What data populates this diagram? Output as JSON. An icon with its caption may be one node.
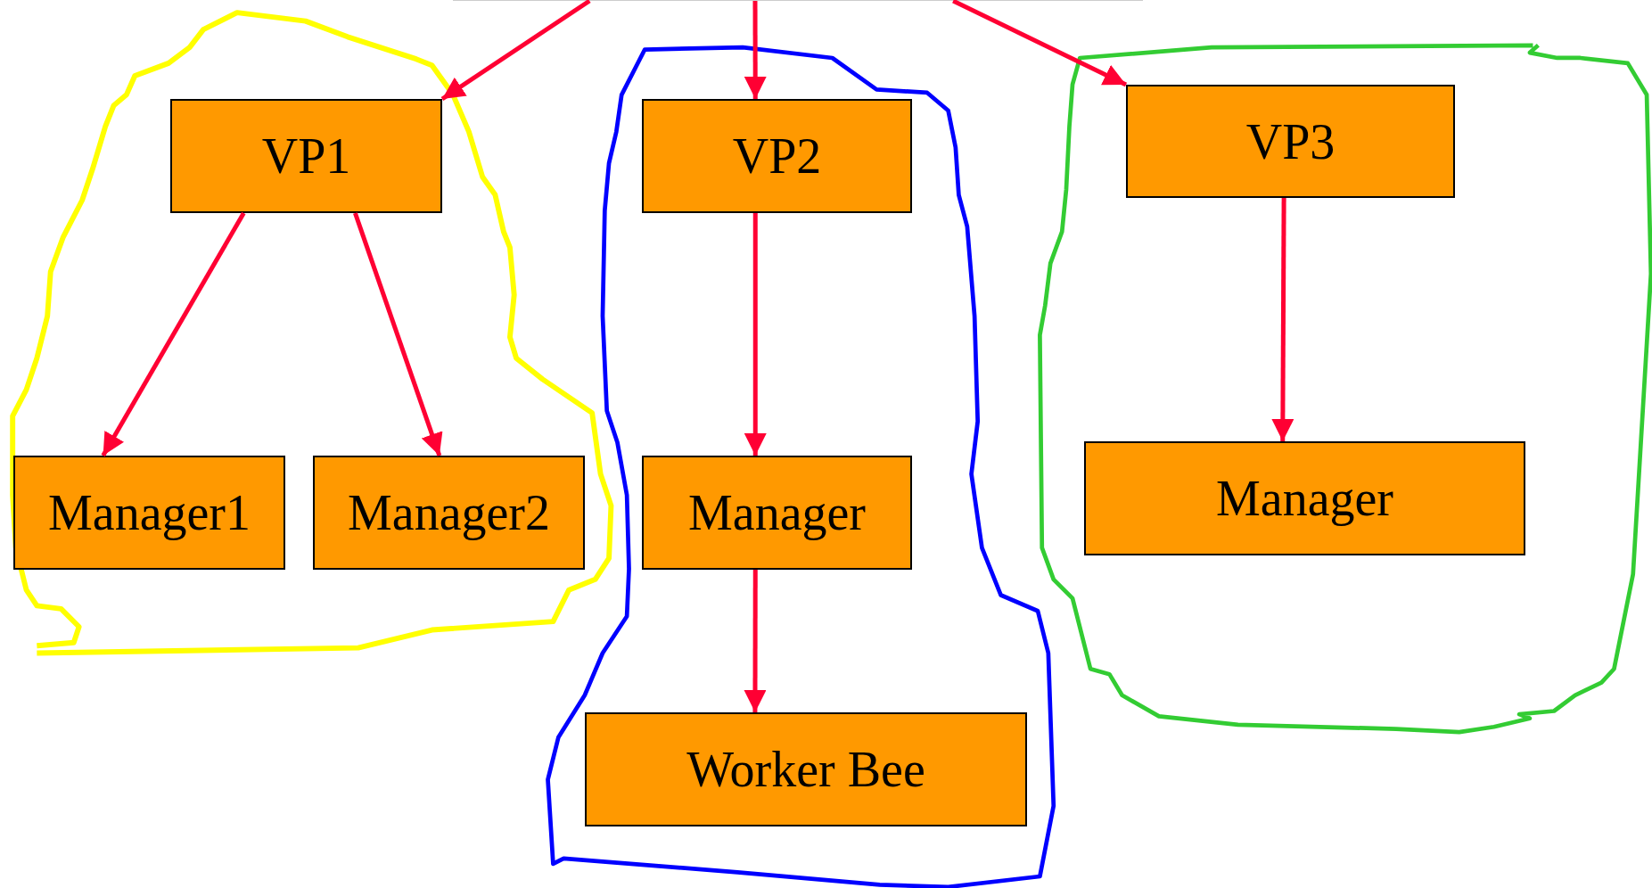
{
  "diagram": {
    "nodes": [
      {
        "text": [],
        "shape": "box"
      },
      {
        "text": [
          "VP1"
        ]
      },
      {
        "text": [
          "VP2"
        ]
      },
      {
        "text": [
          "VP3"
        ]
      },
      {
        "text": [
          "Manager1"
        ]
      },
      {
        "text": [
          "Manager2"
        ]
      },
      {
        "text": [
          "Manager"
        ]
      },
      {
        "text": [
          "Worker Bee"
        ]
      },
      {
        "text": [
          "Manager"
        ]
      }
    ],
    "edges": [
      {
        "from": 0,
        "to": 1,
        "arrow": "to"
      },
      {
        "from": 0,
        "to": 2,
        "arrow": "to"
      },
      {
        "from": 0,
        "to": 3,
        "arrow": "to"
      },
      {
        "from": 1,
        "to": 4,
        "arrow": "to"
      },
      {
        "from": 1,
        "to": 5,
        "arrow": "to"
      },
      {
        "from": 2,
        "to": 6,
        "arrow": "to"
      },
      {
        "from": 6,
        "to": 7,
        "arrow": "to"
      },
      {
        "from": 3,
        "to": 8,
        "arrow": "to"
      }
    ]
  }
}
